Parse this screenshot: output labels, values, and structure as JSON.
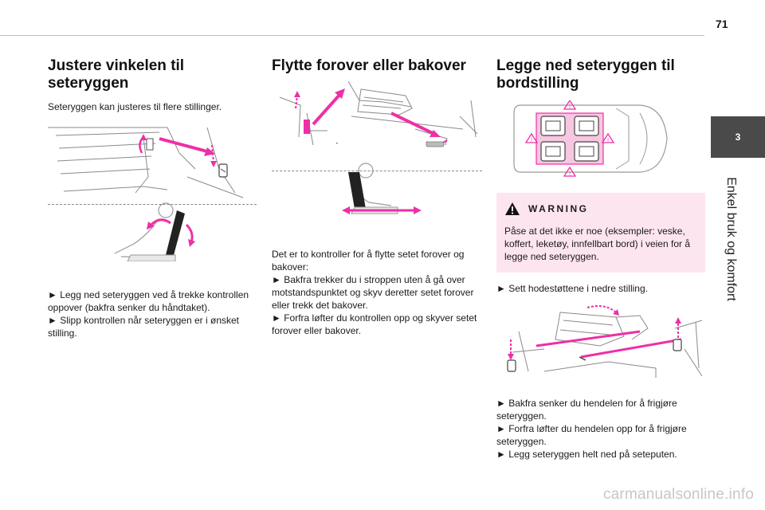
{
  "header": {
    "page_number": "71"
  },
  "chapter": {
    "number": "3",
    "title": "Enkel bruk og komfort"
  },
  "col1": {
    "heading": "Justere vinkelen til seteryggen",
    "intro": "Seteryggen kan justeres til flere stillinger.",
    "steps": [
      "► Legg ned seteryggen ved å trekke kontrollen oppover (bakfra senker du håndtaket).",
      "► Slipp kontrollen når seteryggen er i ønsket stilling."
    ]
  },
  "col2": {
    "heading": "Flytte forover eller bakover",
    "intro": "Det er to kontroller for å flytte setet forover og bakover:",
    "steps": [
      "► Bakfra trekker du i stroppen uten å gå over motstandspunktet og skyv deretter setet forover eller trekk det bakover.",
      "► Forfra løfter du kontrollen opp og skyver setet forover eller bakover."
    ]
  },
  "col3": {
    "heading": "Legge ned seteryggen til bordstilling",
    "warning": {
      "title": "WARNING",
      "text": "Påse at det ikke er noe (eksempler: veske, koffert, leketøy, innfellbart bord) i veien for å legge ned seteryggen."
    },
    "step1": "► Sett hodestøttene i nedre stilling.",
    "steps": [
      "► Bakfra senker du hendelen for å frigjøre seteryggen.",
      "► Forfra løfter du hendelen opp for å frigjøre seteryggen.",
      "► Legg seteryggen helt ned på seteputen."
    ]
  },
  "footer": {
    "watermark": "carmanualsonline.info"
  },
  "colors": {
    "accent": "#ee2fa6",
    "warning_bg": "#fde5f0",
    "tab_bg": "#4a4a4a"
  }
}
